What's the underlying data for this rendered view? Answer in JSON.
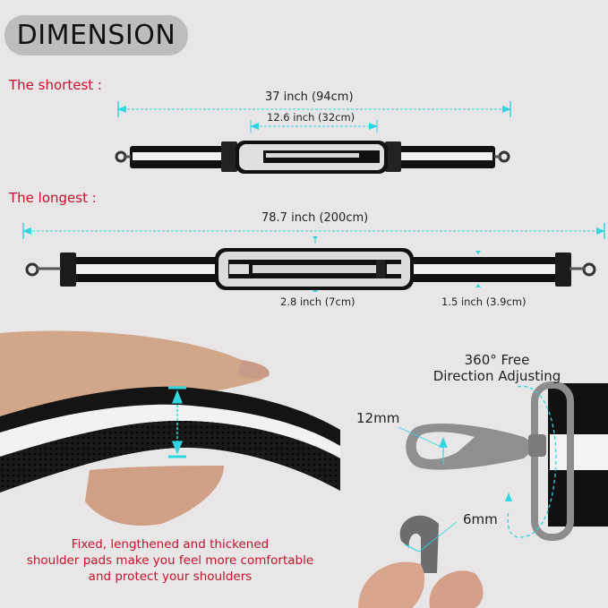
{
  "title": "DIMENSION",
  "shortest": {
    "label": "The shortest :",
    "total_length": "37 inch (94cm)",
    "pad_length": "12.6 inch (32cm)"
  },
  "longest": {
    "label": "The longest :",
    "total_length": "78.7 inch (200cm)",
    "pad_width": "2.8 inch (7cm)",
    "strap_width": "1.5 inch (3.9cm)"
  },
  "hardware": {
    "swivel_label_line1": "360° Free",
    "swivel_label_line2": "Direction Adjusting",
    "hook_opening": "12mm",
    "hook_gate": "6mm"
  },
  "caption": {
    "line1": "Fixed, lengthened and thickened",
    "line2": "shoulder pads make you feel more comfortable",
    "line3": "and protect your shoulders"
  },
  "colors": {
    "background": "#e8e6e7",
    "accent_red": "#c2142b",
    "measure_cyan": "#2fd6e0",
    "pill_gray": "#bdbdbd",
    "strap_black": "#111111",
    "reflective_white": "#f4f4f4"
  }
}
